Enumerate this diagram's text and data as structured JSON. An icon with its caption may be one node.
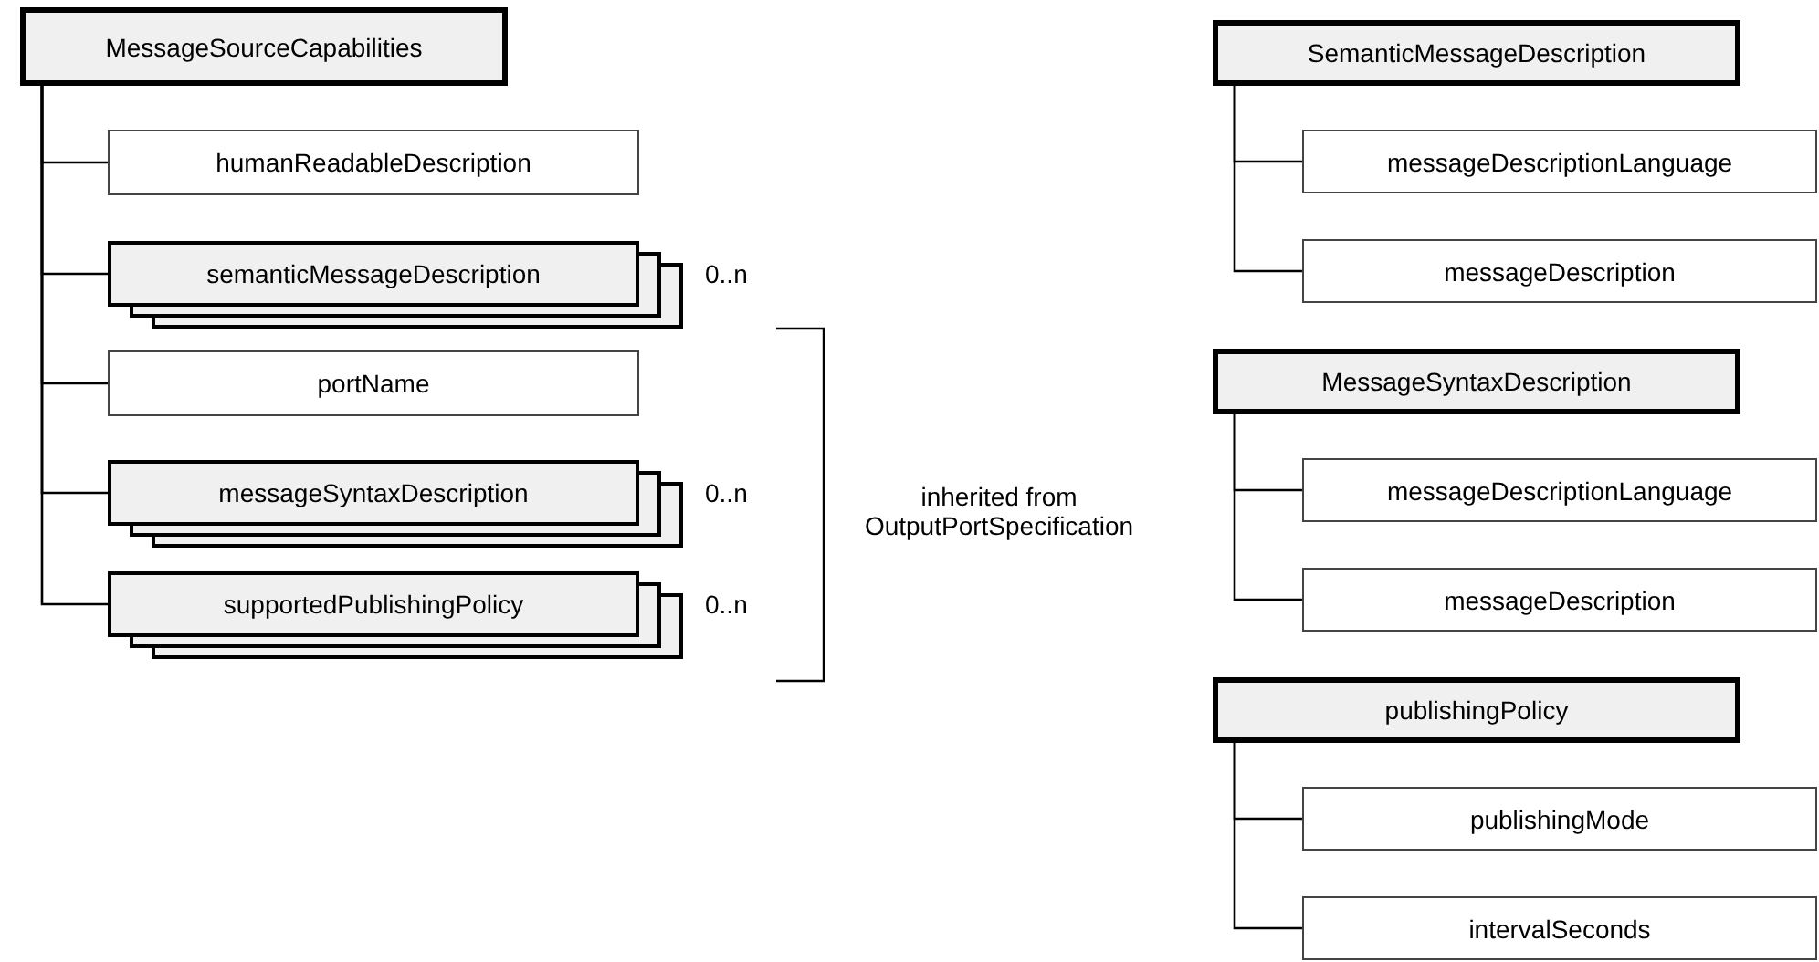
{
  "diagram": {
    "nodes": [
      {
        "text": [
          "MessageSourceCapabilities"
        ]
      },
      {
        "text": [
          "humanReadableDescription"
        ]
      },
      {
        "text": [
          "semanticMessageDescription"
        ],
        "beside": [
          "0..n"
        ]
      },
      {
        "text": [
          "portName"
        ]
      },
      {
        "text": [
          "messageSyntaxDescription"
        ],
        "beside": [
          "0..n"
        ]
      },
      {
        "text": [
          "supportedPublishingPolicy"
        ],
        "beside": [
          "0..n"
        ]
      },
      {
        "text": [
          "SemanticMessageDescription"
        ]
      },
      {
        "text": [
          "messageDescriptionLanguage"
        ]
      },
      {
        "text": [
          "messageDescription"
        ]
      },
      {
        "text": [
          "MessageSyntaxDescription"
        ]
      },
      {
        "text": [
          "messageDescriptionLanguage"
        ]
      },
      {
        "text": [
          "messageDescription"
        ]
      },
      {
        "text": [
          "publishingPolicy"
        ]
      },
      {
        "text": [
          "publishingMode"
        ]
      },
      {
        "text": [
          "intervalSeconds"
        ]
      }
    ],
    "edges": [
      {
        "from": 0,
        "to": 1,
        "arrow": "none"
      },
      {
        "from": 0,
        "to": 2,
        "arrow": "none"
      },
      {
        "from": 0,
        "to": 3,
        "arrow": "none"
      },
      {
        "from": 0,
        "to": 4,
        "arrow": "none"
      },
      {
        "from": 0,
        "to": 5,
        "arrow": "none"
      },
      {
        "from": 6,
        "to": 7,
        "arrow": "none"
      },
      {
        "from": 6,
        "to": 8,
        "arrow": "none"
      },
      {
        "from": 9,
        "to": 10,
        "arrow": "none"
      },
      {
        "from": 9,
        "to": 11,
        "arrow": "none"
      },
      {
        "from": 12,
        "to": 13,
        "arrow": "none"
      },
      {
        "from": 12,
        "to": 14,
        "arrow": "none"
      }
    ],
    "labels": [
      "inherited from OutputPortSpecification"
    ]
  }
}
